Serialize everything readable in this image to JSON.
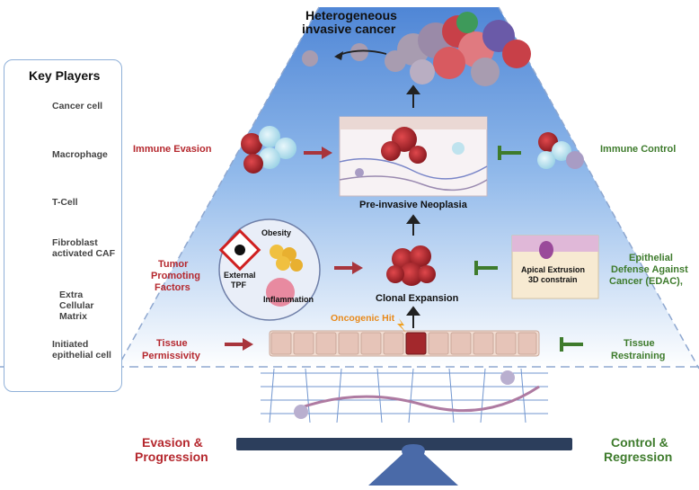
{
  "top": {
    "title_line1": "Heterogeneous",
    "title_line2": "invasive cancer"
  },
  "legend": {
    "title": "Key Players",
    "items": [
      {
        "lines": [
          "Cancer cell"
        ],
        "icon": "cancer-cell-icon"
      },
      {
        "lines": [
          "Macrophage"
        ],
        "icon": "macrophage-icon"
      },
      {
        "lines": [
          "T-Cell"
        ],
        "icon": "t-cell-icon"
      },
      {
        "lines": [
          "Fibroblast",
          "activated CAF"
        ],
        "icon": "fibroblast-icon"
      },
      {
        "lines": [
          "Extra",
          "Cellular",
          "Matrix"
        ],
        "icon": "extracellular-matrix-icon"
      },
      {
        "lines": [
          "Initiated",
          "epithelial cell"
        ],
        "icon": "initiated-epithelial-cell-icon"
      }
    ]
  },
  "stages": {
    "preinvasive": "Pre-invasive Neoplasia",
    "clonal": "Clonal Expansion",
    "oncogenic_hit": "Oncogenic Hit"
  },
  "left_factors": {
    "immune_evasion": "Immune Evasion",
    "tumor_line1": "Tumor",
    "tumor_line2": "Promoting",
    "tumor_line3": "Factors",
    "tissue_line1": "Tissue",
    "tissue_line2": "Permissivity"
  },
  "right_factors": {
    "immune_control": "Immune Control",
    "edac_line1": "Epithelial",
    "edac_line2": "Defense Against",
    "edac_line3": "Cancer (EDAC),",
    "tissue_line1": "Tissue",
    "tissue_line2": "Restraining"
  },
  "tpf_circle": {
    "obesity": "Obesity",
    "external_line1": "External",
    "external_line2": "TPF",
    "inflammation": "Inflammation"
  },
  "apical": {
    "line1": "Apical Extrusion",
    "line2": "3D constrain"
  },
  "balance": {
    "left_line1": "Evasion &",
    "left_line2": "Progression",
    "right_line1": "Control &",
    "right_line2": "Regression"
  },
  "colors": {
    "red": "#b5282e",
    "green": "#3e7b2c",
    "sky_top": "#5b8fd8",
    "sky_bottom": "#ffffff",
    "balance": "#2c3e5c"
  }
}
